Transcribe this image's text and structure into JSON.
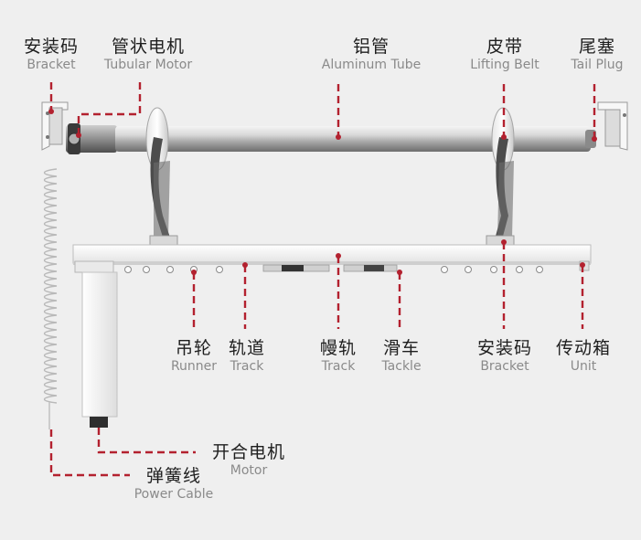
{
  "top_labels": [
    {
      "cn": "安装码",
      "en": "Bracket"
    },
    {
      "cn": "管状电机",
      "en": "Tubular Motor"
    },
    {
      "cn": "铝管",
      "en": "Aluminum Tube"
    },
    {
      "cn": "皮带",
      "en": "Lifting Belt"
    },
    {
      "cn": "尾塞",
      "en": "Tail Plug"
    }
  ],
  "bottom_labels": [
    {
      "cn": "吊轮",
      "en": "Runner"
    },
    {
      "cn": "轨道",
      "en": "Track"
    },
    {
      "cn": "幔轨",
      "en": "Track"
    },
    {
      "cn": "滑车",
      "en": "Tackle"
    },
    {
      "cn": "安装码",
      "en": "Bracket"
    },
    {
      "cn": "传动箱",
      "en": "Unit"
    }
  ],
  "motor_label": {
    "cn": "开合电机",
    "en": "Motor"
  },
  "cable_label": {
    "cn": "弹簧线",
    "en": "Power Cable"
  },
  "colors": {
    "leader": "#b3212f",
    "background": "#efefef"
  }
}
